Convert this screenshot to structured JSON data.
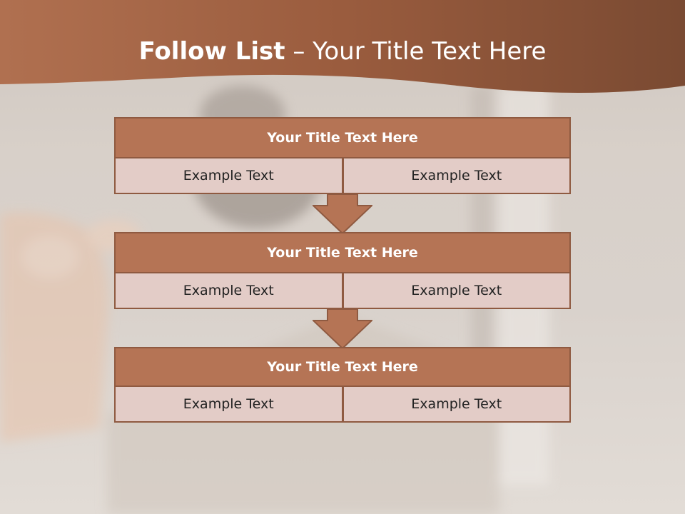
{
  "slide": {
    "title_bold": "Follow List",
    "title_rest": " – Your Title Text Here"
  },
  "colors": {
    "band": "#a35f3f",
    "header_fill": "#b57455",
    "header_border": "#8f5a41",
    "cell_fill": "#e3ccc7",
    "arrow_fill": "#b57455"
  },
  "blocks": [
    {
      "title": "Your Title Text Here",
      "left": "Example Text",
      "right": "Example Text"
    },
    {
      "title": "Your Title Text Here",
      "left": "Example Text",
      "right": "Example Text"
    },
    {
      "title": "Your Title Text Here",
      "left": "Example Text",
      "right": "Example Text"
    }
  ]
}
